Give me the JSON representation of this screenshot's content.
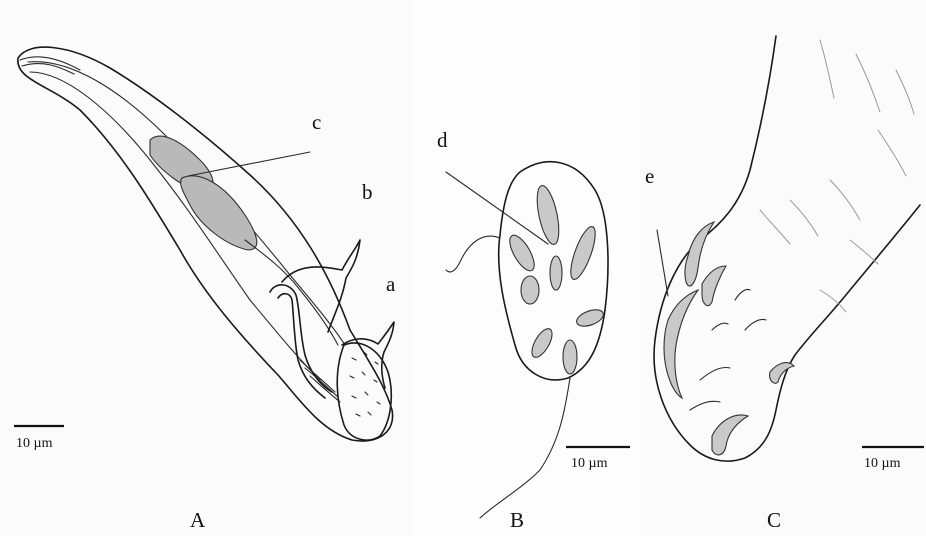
{
  "panels": [
    {
      "letter": "A",
      "scale_bar": "10 µm",
      "labels": [
        "a",
        "b",
        "c"
      ]
    },
    {
      "letter": "B",
      "scale_bar": "10 µm",
      "labels": [
        "d"
      ]
    },
    {
      "letter": "C",
      "scale_bar": "10 µm",
      "labels": [
        "e"
      ]
    }
  ],
  "colors": {
    "ink": "#1a1a1a",
    "fill": "#b9b9b9",
    "background": "#ffffff"
  }
}
